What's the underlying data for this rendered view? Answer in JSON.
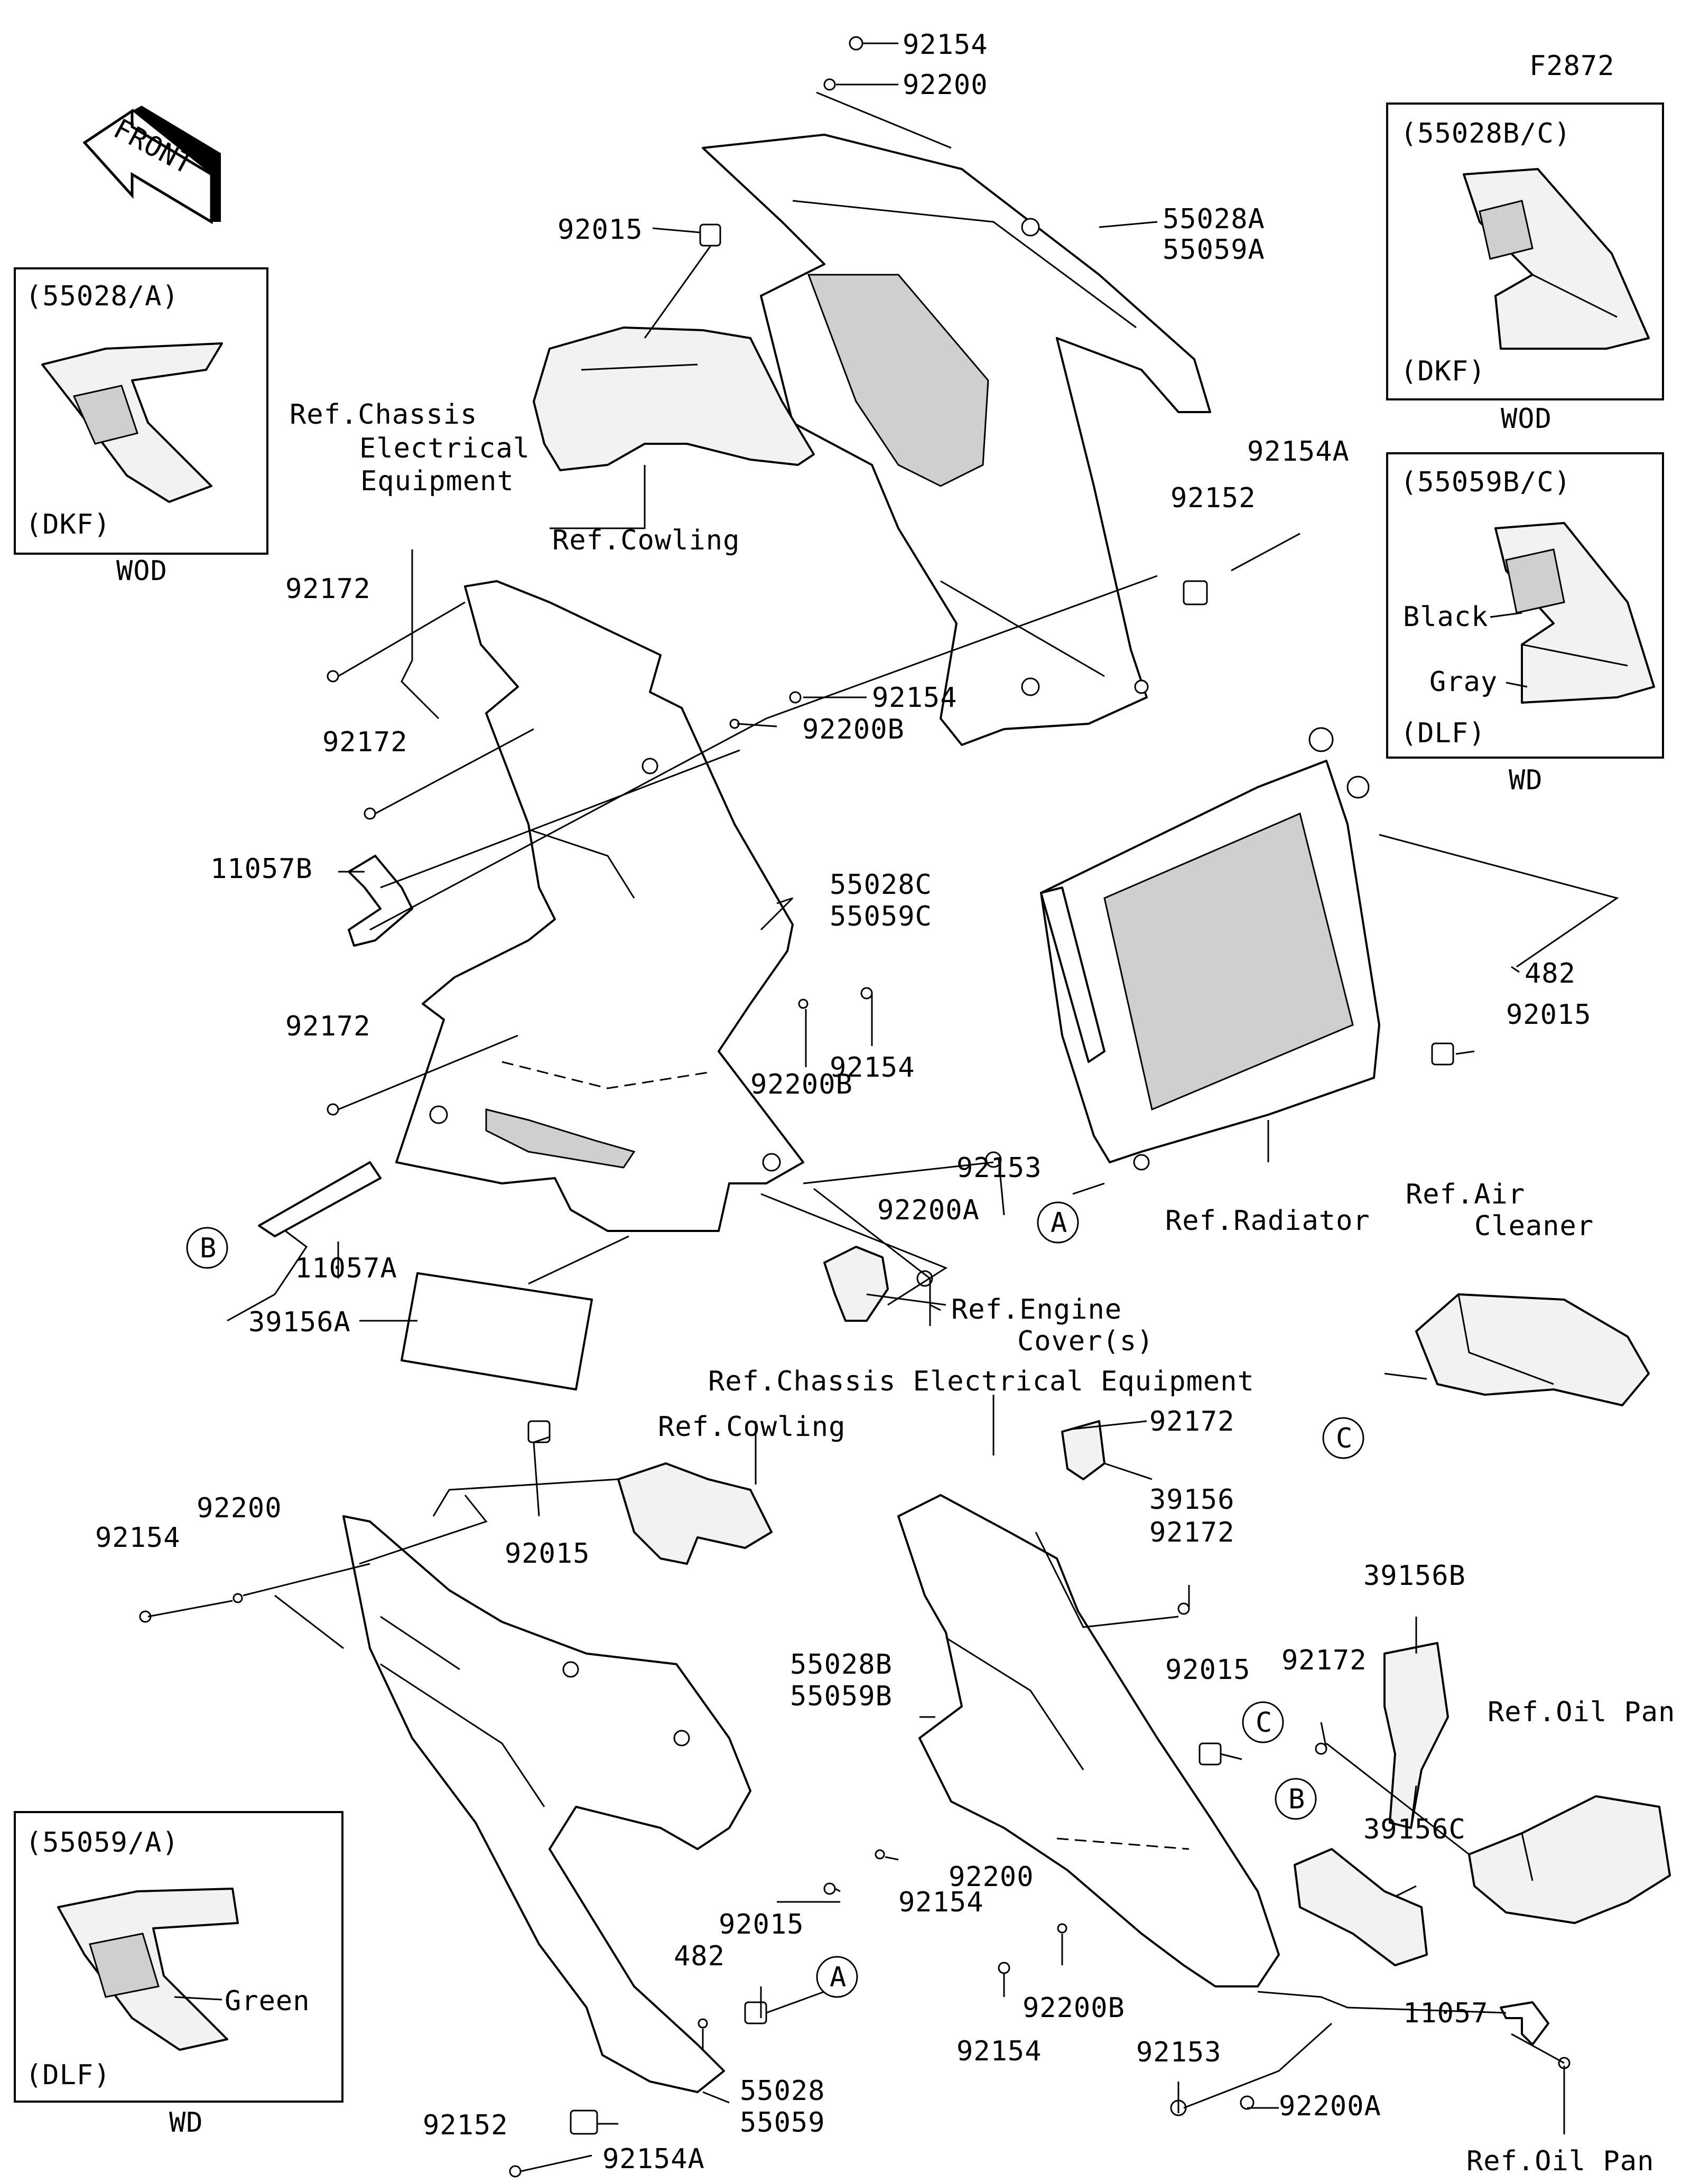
{
  "figure_code": "F2872",
  "front_arrow_text": "FRONT",
  "callouts": [
    "A",
    "B",
    "C"
  ],
  "insets": [
    {
      "id": "inset-55028bc",
      "title": "(55028B/C)",
      "variant": "(DKF)",
      "market": "WOD"
    },
    {
      "id": "inset-55059bc",
      "title": "(55059B/C)",
      "variant": "(DLF)",
      "market": "WD",
      "color_labels": [
        "Black",
        "Gray"
      ]
    },
    {
      "id": "inset-55028a",
      "title": "(55028/A)",
      "variant": "(DKF)",
      "market": "WOD"
    },
    {
      "id": "inset-55059a",
      "title": "(55059/A)",
      "variant": "(DLF)",
      "market": "WD",
      "color_labels": [
        "Green"
      ]
    }
  ],
  "labels": {
    "p92154_top": "92154",
    "p92200_top": "92200",
    "p92015_top": "92015",
    "p55028A": "55028A",
    "p55059A": "55059A",
    "ref_chassis_1": "Ref.Chassis",
    "ref_chassis_2": "Electrical",
    "ref_chassis_3": "Equipment",
    "ref_cowling_top": "Ref.Cowling",
    "p92154A_right": "92154A",
    "p92152_right": "92152",
    "p92172_a": "92172",
    "p92154_mid": "92154",
    "p92200B_mid": "92200B",
    "p92172_b": "92172",
    "p11057B": "11057B",
    "p55028C": "55028C",
    "p55059C": "55059C",
    "p482_right": "482",
    "p92015_right": "92015",
    "p92172_c": "92172",
    "p92154_c": "92154",
    "p92200B_c": "92200B",
    "p92153_c": "92153",
    "p92200A_c": "92200A",
    "ref_radiator": "Ref.Radiator",
    "p11057A": "11057A",
    "p39156A": "39156A",
    "ref_engine_1": "Ref.Engine",
    "ref_engine_2": "Cover(s)",
    "ref_air_1": "Ref.Air",
    "ref_air_2": "Cleaner",
    "ref_chassis_long": "Ref.Chassis Electrical Equipment",
    "ref_cowling_low": "Ref.Cowling",
    "p92172_d": "92172",
    "p39156": "39156",
    "p92154_left": "92154",
    "p92200_left": "92200",
    "p92015_low": "92015",
    "p92172_e": "92172",
    "p39156B": "39156B",
    "p55028B": "55028B",
    "p55059B": "55059B",
    "p92015_e": "92015",
    "p92172_f": "92172",
    "ref_oil_pan_top": "Ref.Oil Pan",
    "p92200_low": "92200",
    "p92154_low": "92154",
    "p39156C": "39156C",
    "p482_low": "482",
    "p92015_f": "92015",
    "p92154_g": "92154",
    "p92200B_g": "92200B",
    "p11057": "11057",
    "p92153_low": "92153",
    "p92200A_low": "92200A",
    "p55028": "55028",
    "p55059": "55059",
    "p92152_low": "92152",
    "p92154A_low": "92154A",
    "ref_oil_pan_low": "Ref.Oil Pan"
  }
}
